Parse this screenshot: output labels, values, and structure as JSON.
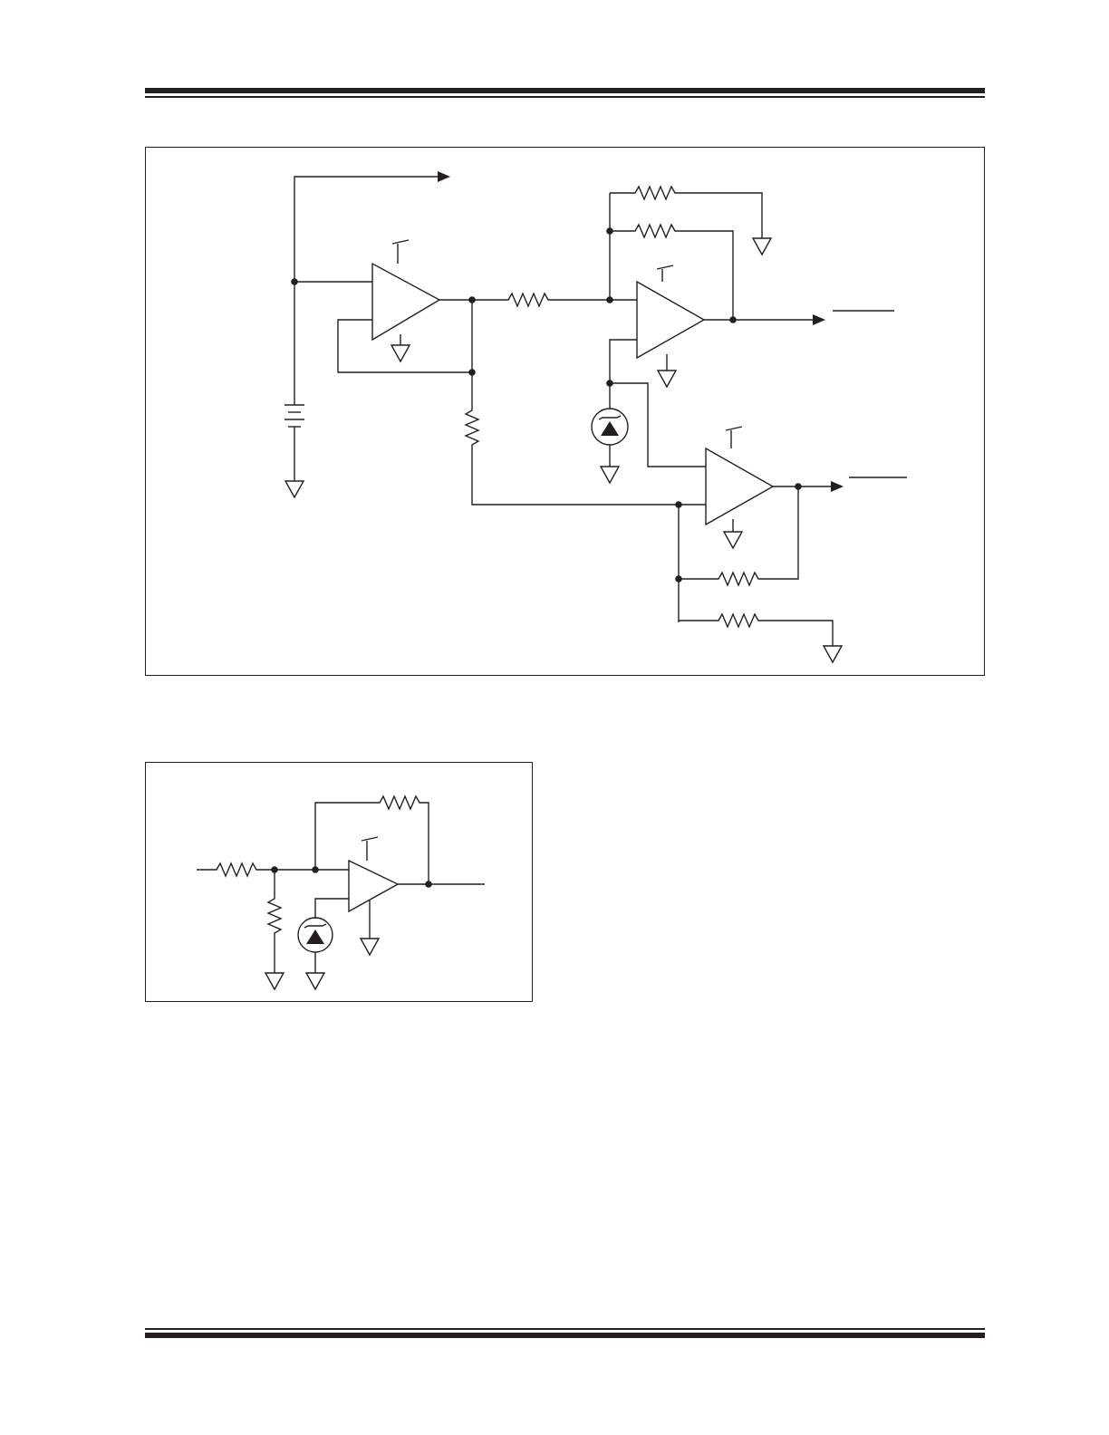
{
  "page": {
    "background": "#ffffff",
    "ink": "#231f20"
  },
  "figure_top": {
    "components": {
      "opamps": [
        "opamp-buffer",
        "opamp-upper",
        "opamp-lower"
      ],
      "resistors": [
        "r-series",
        "r-feedback-upper-a",
        "r-feedback-upper-b",
        "r-divider",
        "r-feedback-lower-a",
        "r-feedback-lower-b"
      ],
      "references": [
        "zener-ref-top"
      ],
      "sources": [
        "battery"
      ],
      "grounds": 7,
      "outputs": [
        "output-arrow-upper",
        "output-arrow-lower",
        "output-arrow-top"
      ]
    }
  },
  "figure_bottom": {
    "components": {
      "opamps": [
        "opamp-single"
      ],
      "resistors": [
        "r-input",
        "r-shunt",
        "r-feedback"
      ],
      "references": [
        "zener-ref-bottom"
      ],
      "grounds": 3
    }
  }
}
